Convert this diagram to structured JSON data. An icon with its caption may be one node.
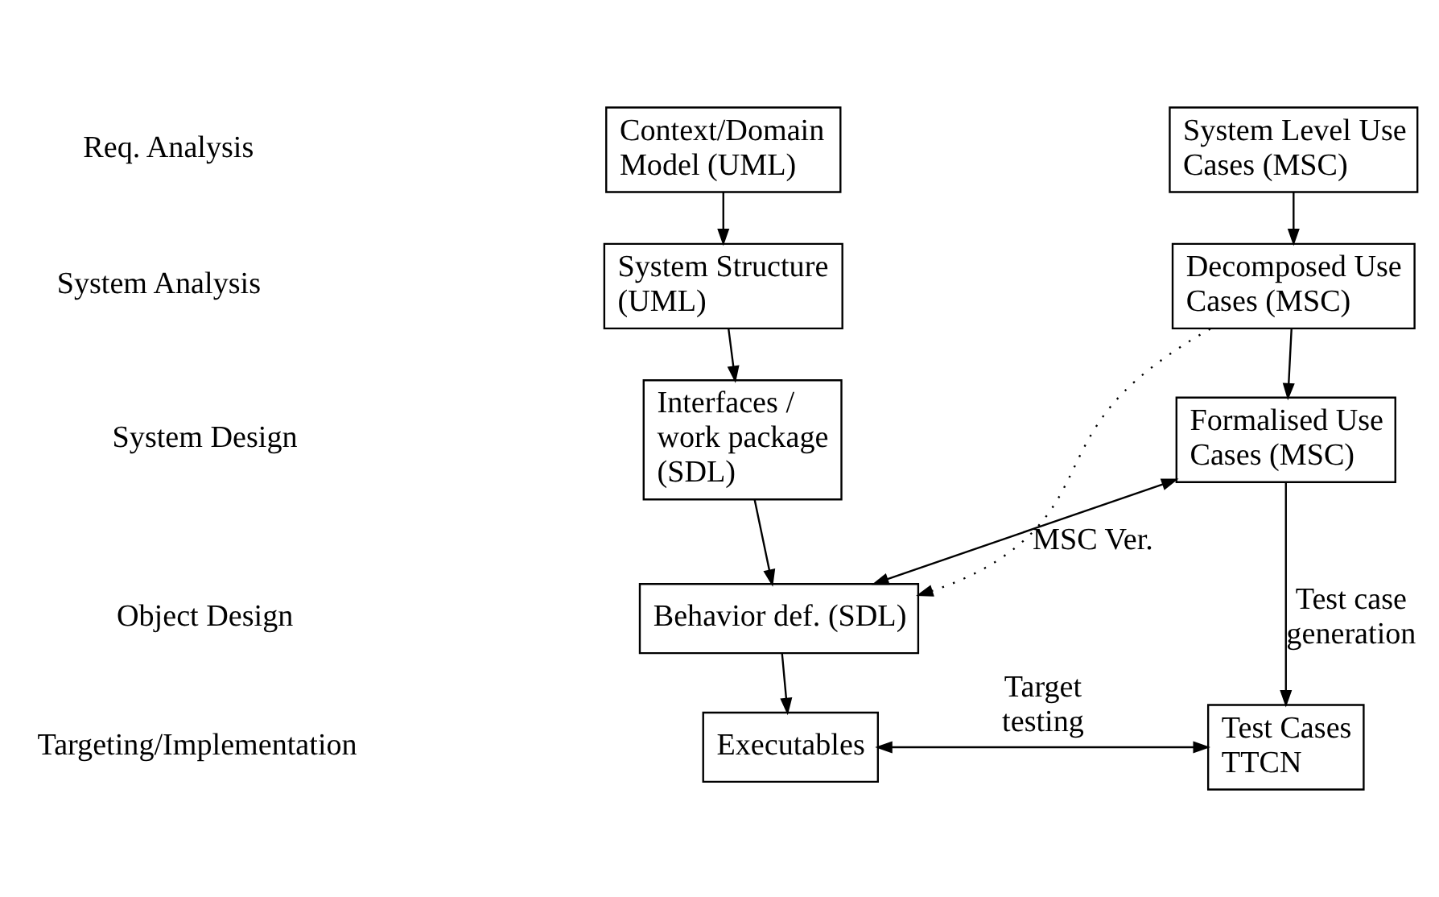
{
  "diagram": {
    "nodes": [
      {
        "text": [
          "Context/Domain Model (UML)"
        ]
      },
      {
        "text": [
          "System Level Use Cases (MSC)"
        ]
      },
      {
        "text": [
          "System Structure (UML)"
        ]
      },
      {
        "text": [
          "Decomposed Use Cases (MSC)"
        ]
      },
      {
        "text": [
          "Interfaces / work package (SDL)"
        ]
      },
      {
        "text": [
          "Formalised Use Cases (MSC)"
        ]
      },
      {
        "text": [
          "Behavior def. (SDL)"
        ]
      },
      {
        "text": [
          "Executables"
        ]
      },
      {
        "text": [
          "Test Cases TTCN"
        ]
      }
    ],
    "edges": [
      {
        "from": 0,
        "to": 2,
        "arrow": "to"
      },
      {
        "from": 2,
        "to": 4,
        "arrow": "to"
      },
      {
        "from": 4,
        "to": 6,
        "arrow": "to"
      },
      {
        "from": 6,
        "to": 7,
        "arrow": "to"
      },
      {
        "from": 1,
        "to": 3,
        "arrow": "to"
      },
      {
        "from": 3,
        "to": 5,
        "arrow": "to"
      },
      {
        "from": 3,
        "to": 6,
        "arrow": "to",
        "style": "dashed"
      },
      {
        "from": 6,
        "to": 5,
        "arrow": "both",
        "label": "MSC Ver."
      },
      {
        "from": 5,
        "to": 8,
        "arrow": "to",
        "label": "Test case generation"
      },
      {
        "from": 7,
        "to": 8,
        "arrow": "both",
        "label": "Target testing"
      }
    ],
    "labels": [
      "Req. Analysis",
      "System Analysis",
      "System Design",
      "Object Design",
      "Targeting/Implementation"
    ]
  }
}
